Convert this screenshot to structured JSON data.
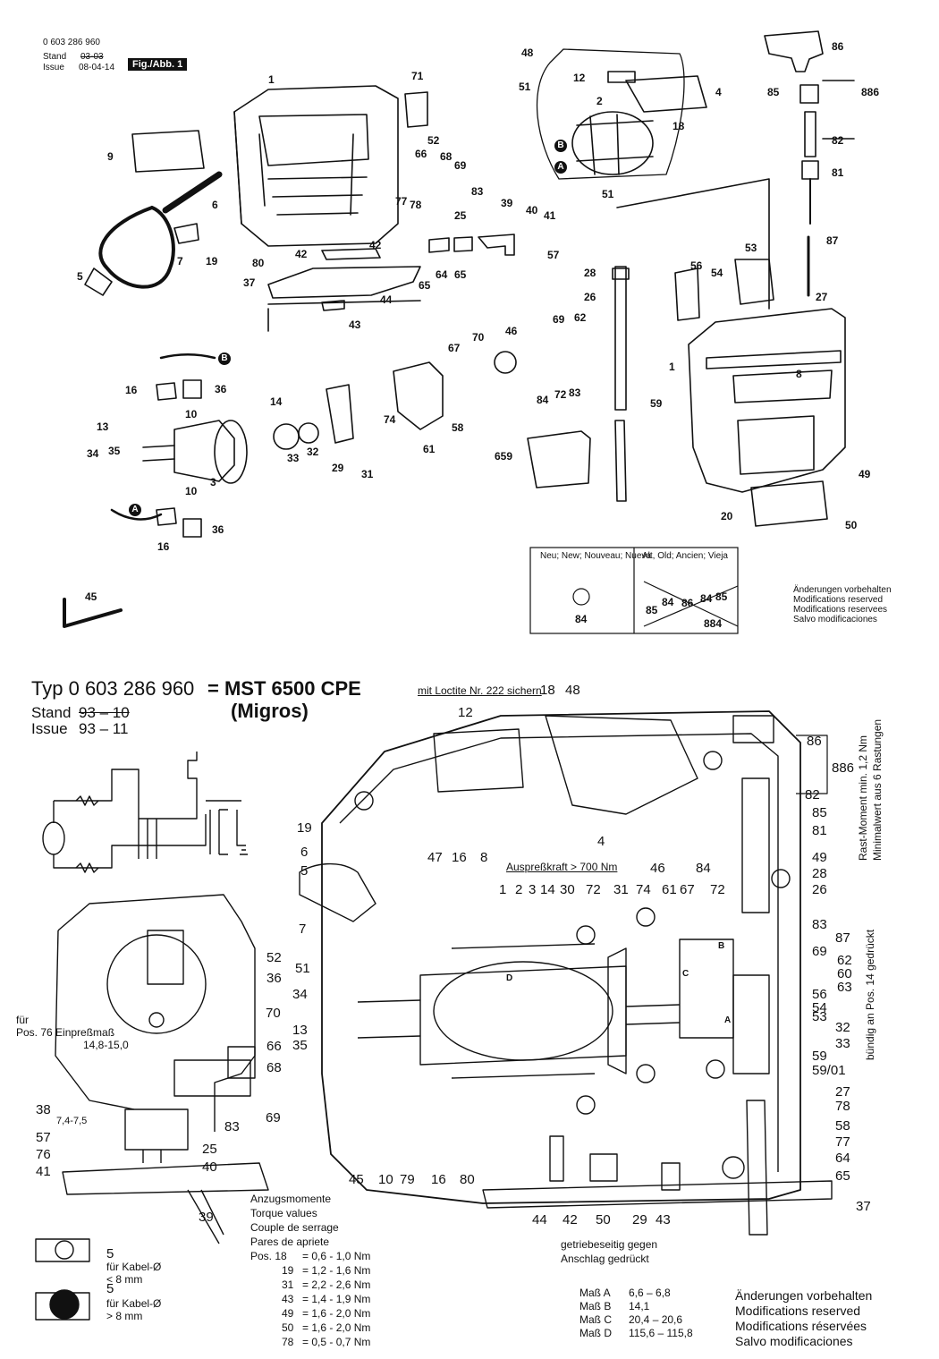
{
  "header": {
    "part_number": "0 603 286 960",
    "stand_label": "Stand",
    "stand_value": "03-03",
    "issue_label": "Issue",
    "issue_value": "08-04-14",
    "figure_tag": "Fig./Abb. 1"
  },
  "exploded_view": {
    "callouts": [
      "1",
      "71",
      "9",
      "52",
      "66",
      "68",
      "69",
      "83",
      "6",
      "77",
      "78",
      "39",
      "40",
      "41",
      "25",
      "7",
      "19",
      "80",
      "42",
      "42",
      "64",
      "65",
      "65",
      "57",
      "5",
      "37",
      "44",
      "43",
      "48",
      "12",
      "51",
      "2",
      "4",
      "18",
      "B",
      "A",
      "51",
      "86",
      "85",
      "886",
      "82",
      "81",
      "87",
      "27",
      "53",
      "56",
      "54",
      "28",
      "26",
      "69",
      "62",
      "67",
      "70",
      "46",
      "84",
      "72",
      "83",
      "59",
      "1",
      "8",
      "49",
      "50",
      "20",
      "659",
      "58",
      "61",
      "74",
      "29",
      "31",
      "32",
      "33",
      "3",
      "14",
      "16",
      "36",
      "10",
      "13",
      "34",
      "35",
      "10",
      "36",
      "16",
      "45",
      "A",
      "B"
    ],
    "legend_new": "Neu; New; Nouveau; Nueva",
    "legend_old": "Alt, Old; Ancien; Vieja",
    "legend_new_part": "84",
    "legend_old_parts": [
      "85",
      "84",
      "86",
      "84",
      "85",
      "884"
    ],
    "modifications": [
      "Änderungen vorbehalten",
      "Modifications reserved",
      "Modifications reservees",
      "Salvo modificaciones"
    ]
  },
  "sectional_view": {
    "type_prefix": "Typ",
    "type_number": "0 603 286 960",
    "model": "= MST 6500 CPE",
    "variant": "(Migros)",
    "stand_label": "Stand",
    "stand_value": "93 – 10",
    "issue_label": "Issue",
    "issue_value": "93 – 11",
    "loctite_note": "mit Loctite Nr. 222 sichern",
    "auspress_note": "Auspreßkraft > 700 Nm",
    "gearside_note_1": "getriebeseitig gegen",
    "gearside_note_2": "Anschlag gedrückt",
    "rast_note_1": "Rast-Moment min. 1,2 Nm",
    "rast_note_2": "Minimalwert aus 6 Rastungen",
    "buendig_note": "bündig an Pos. 14 gedrückt",
    "press_note_1": "für",
    "press_note_2": "Pos. 76 Einpreßmaß",
    "press_note_3": "14,8-15,0",
    "dim_7": "7,4-7,5",
    "cable_small_1": "für Kabel-Ø",
    "cable_small_2": "< 8 mm",
    "cable_large_1": "für Kabel-Ø",
    "cable_large_2": "> 8 mm",
    "callouts_right": [
      "86",
      "886",
      "82",
      "85",
      "81",
      "49",
      "28",
      "26",
      "83",
      "87",
      "69",
      "62",
      "60",
      "63",
      "56",
      "54",
      "53",
      "32",
      "33",
      "59",
      "59/01",
      "27",
      "78",
      "58",
      "77",
      "64",
      "65",
      "37"
    ],
    "callouts_left": [
      "52",
      "36",
      "70",
      "13",
      "34",
      "35",
      "66",
      "68",
      "38",
      "57",
      "76",
      "41",
      "83",
      "69",
      "25",
      "40",
      "39",
      "5",
      "5",
      "19",
      "6",
      "5",
      "7",
      "51",
      "12",
      "4",
      "18",
      "48",
      "47",
      "16",
      "8",
      "1",
      "2",
      "3",
      "14",
      "30",
      "72",
      "31",
      "74",
      "46",
      "61",
      "67",
      "72",
      "84",
      "45",
      "10",
      "79",
      "16",
      "80",
      "44",
      "42",
      "50",
      "29",
      "43",
      "B",
      "C",
      "A",
      "D"
    ],
    "torque_title": [
      "Anzugsmomente",
      "Torque values",
      "Couple de serrage",
      "Pares de apriete"
    ],
    "torque_rows": [
      {
        "pos": "Pos. 18",
        "value": "= 0,6 - 1,0 Nm"
      },
      {
        "pos": "19",
        "value": "= 1,2 - 1,6 Nm"
      },
      {
        "pos": "31",
        "value": "= 2,2 - 2,6 Nm"
      },
      {
        "pos": "43",
        "value": "= 1,4 - 1,9 Nm"
      },
      {
        "pos": "49",
        "value": "= 1,6 - 2,0 Nm"
      },
      {
        "pos": "50",
        "value": "= 1,6 - 2,0 Nm"
      },
      {
        "pos": "78",
        "value": "= 0,5 - 0,7 Nm"
      }
    ],
    "dimensions": [
      {
        "label": "Maß A",
        "value": "6,6 –   6,8"
      },
      {
        "label": "Maß B",
        "value": "14,1"
      },
      {
        "label": "Maß C",
        "value": "20,4 – 20,6"
      },
      {
        "label": "Maß D",
        "value": "115,6 – 115,8"
      }
    ],
    "modifications": [
      "Änderungen vorbehalten",
      "Modifications reserved",
      "Modifications réservées",
      "Salvo modificaciones"
    ]
  },
  "colors": {
    "ink": "#111111",
    "paper": "#ffffff"
  }
}
